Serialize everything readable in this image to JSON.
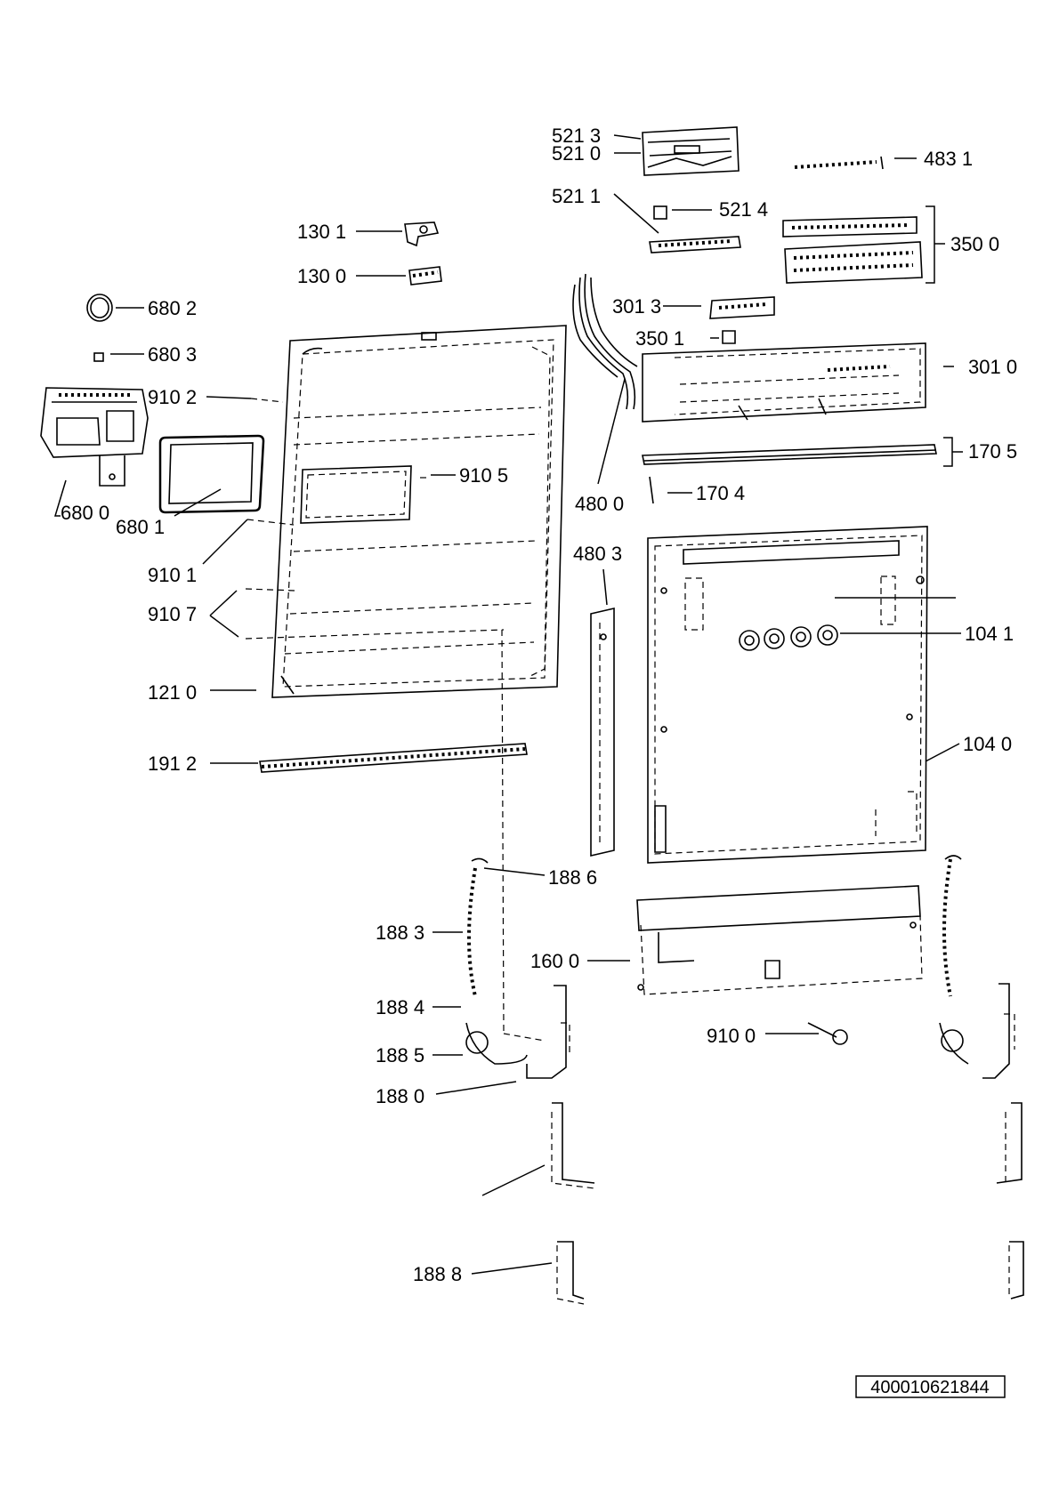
{
  "labels": {
    "l_521_3": "521 3",
    "l_521_0": "521 0",
    "l_483_1": "483 1",
    "l_521_1": "521 1",
    "l_521_4": "521 4",
    "l_350_0": "350 0",
    "l_130_1": "130 1",
    "l_130_0": "130 0",
    "l_680_2": "680 2",
    "l_301_3": "301 3",
    "l_350_1": "350 1",
    "l_680_3": "680 3",
    "l_301_0": "301 0",
    "l_910_2": "910 2",
    "l_170_5": "170 5",
    "l_910_5": "910 5",
    "l_480_0": "480 0",
    "l_170_4": "170 4",
    "l_680_0": "680 0",
    "l_680_1": "680 1",
    "l_480_3": "480 3",
    "l_910_1": "910 1",
    "l_910_7": "910 7",
    "l_104_1": "104 1",
    "l_121_0": "121 0",
    "l_104_0": "104 0",
    "l_191_2": "191 2",
    "l_188_6": "188 6",
    "l_188_3": "188 3",
    "l_160_0": "160 0",
    "l_188_4": "188 4",
    "l_910_0": "910 0",
    "l_188_5": "188 5",
    "l_188_0": "188 0",
    "l_188_8": "188 8"
  },
  "drawing_number": "400010621844"
}
